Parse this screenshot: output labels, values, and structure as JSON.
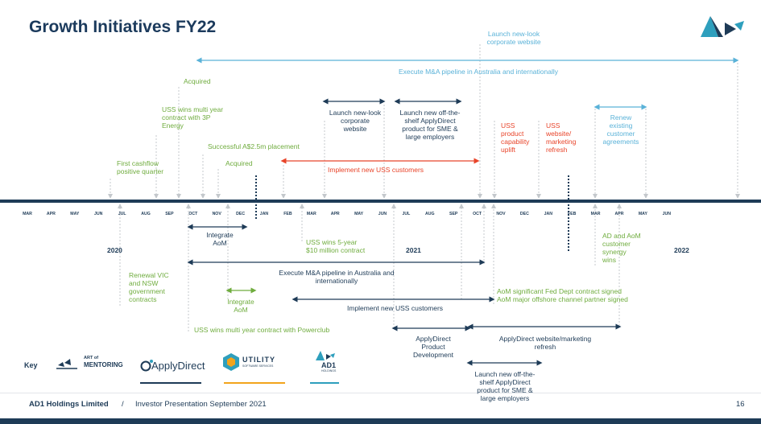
{
  "title": "Growth Initiatives FY22",
  "months": [
    "MAR",
    "APR",
    "MAY",
    "JUN",
    "JUL",
    "AUG",
    "SEP",
    "OCT",
    "NOV",
    "DEC",
    "JAN",
    "FEB",
    "MAR",
    "APR",
    "MAY",
    "JUN",
    "JUL",
    "AUG",
    "SEP",
    "OCT",
    "NOV",
    "DEC",
    "JAN",
    "FEB",
    "MAR",
    "APR",
    "MAY",
    "JUN"
  ],
  "years": [
    "2020",
    "2021",
    "2022"
  ],
  "above": {
    "launch_corporate_top": "Launch new-look\ncorporate website",
    "execute_ma_top": "Execute M&A pipeline in Australia and internationally",
    "acquired_1": "Acquired",
    "uss_3p": "USS wins multi year\ncontract with 3P\nEnergy",
    "launch_corporate_mid": "Launch new-look\ncorporate\nwebsite",
    "launch_applydirect_mid": "Launch new off-the-\nshelf ApplyDirect\nproduct for SME &\nlarge employers",
    "uss_capability": "USS\nproduct\ncapability\nuplift",
    "uss_website": "USS\nwebsite/\nmarketing\nrefresh",
    "renew": "Renew\nexisting\ncustomer\nagreements",
    "placement": "Successful A$2.5m placement",
    "first_cashflow": "First cashflow\npositive quarter",
    "acquired_2": "Acquired",
    "implement_uss_top": "Implement new USS customers"
  },
  "below": {
    "integrate_aom_1": "Integrate\nAoM",
    "uss_5year": "USS wins 5-year\n$10 million contract",
    "ad1_aom_synergy": "AD and AoM\ncustomer\nsynergy\nwins",
    "renewal_vic": "Renewal VIC\nand NSW\ngovernment\ncontracts",
    "execute_ma_bottom": "Execute M&A pipeline in Australia and\ninternationally",
    "integrate_aom_2": "Integrate\nAoM",
    "aom_contracts": "AoM significant Fed Dept contract signed\nAoM major offshore channel partner signed",
    "implement_uss_bottom": "Implement new USS customers",
    "uss_powerclub": "USS wins multi year contract with Powerclub",
    "applydirect_dev": "ApplyDirect\nProduct\nDevelopment",
    "applydirect_refresh": "ApplyDirect website/marketing\nrefresh",
    "launch_applydirect_bottom": "Launch new off-the-\nshelf ApplyDirect\nproduct for SME &\nlarge employers"
  },
  "key": {
    "label": "Key",
    "art_of_mentoring": {
      "small": "ART of",
      "large": "MENTORING"
    },
    "applydirect": "ApplyDirect",
    "utility": {
      "large": "UTILITY",
      "small": "SOFTWARE SERVICES"
    },
    "ad1": {
      "large": "AD1",
      "small": "HOLDINGS"
    }
  },
  "footer": {
    "company": "AD1 Holdings Limited",
    "separator": "/",
    "presentation": "Investor Presentation September 2021",
    "page": "16"
  },
  "colors": {
    "navy": "#1e3b57",
    "green": "#6fac3e",
    "red": "#e8442a",
    "light_blue": "#5ab2d8",
    "teal": "#2e9fbd"
  }
}
